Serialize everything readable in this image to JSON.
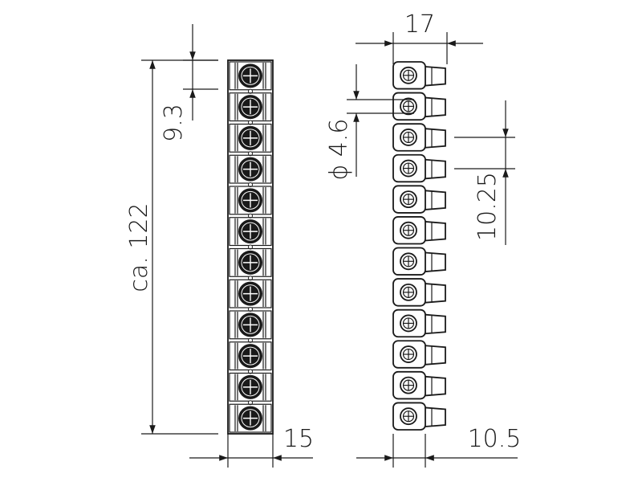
{
  "dimensions": {
    "screw_spacing": "9.3",
    "overall_length": "ca. 122",
    "front_width": "15",
    "side_width": "17",
    "screw_diameter": "ϕ 4.6",
    "side_pitch": "10.25",
    "side_depth": "10.5"
  },
  "terminal_count": 12,
  "colors": {
    "line": "#1a1a1a",
    "background": "#ffffff"
  }
}
